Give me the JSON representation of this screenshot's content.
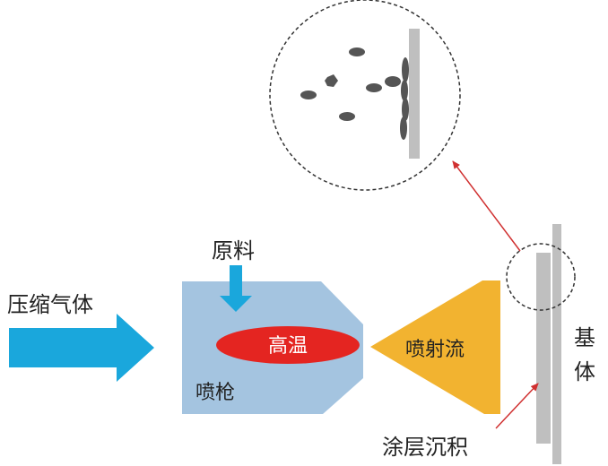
{
  "labels": {
    "compressed_gas": "压缩气体",
    "feedstock": "原料",
    "high_temp": "高温",
    "spray_gun": "喷枪",
    "spray_stream": "喷射流",
    "substrate_char1": "基",
    "substrate_char2": "体",
    "coating_deposit": "涂层沉积"
  },
  "colors": {
    "gas_arrow": "#1aa7dc",
    "gun_body": "#a4c4e0",
    "hot_zone": "#e42521",
    "spray_cone": "#f2b330",
    "substrate": "#bfbfbf",
    "particle": "#555555",
    "pointer_line": "#d03030",
    "magnifier_ring": "#333333"
  }
}
